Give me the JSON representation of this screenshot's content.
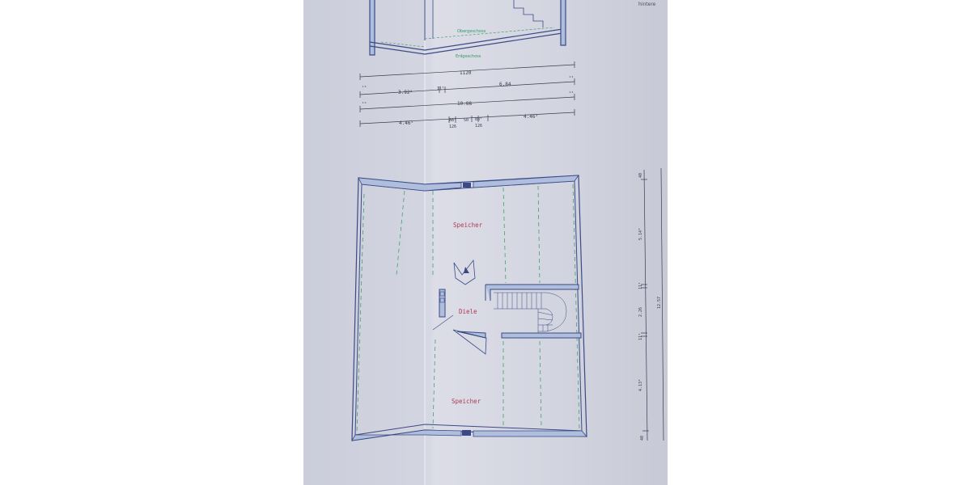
{
  "image": {
    "description_visible": "photographed architectural floor plan sheet",
    "colors": {
      "paper": "#d6d8e3",
      "background": "#ffffff",
      "wall": "#3b4a86",
      "wall_fill": "#aebedc",
      "annotation_red": "#b03a56",
      "annotation_green": "#2f9a66",
      "dimension_ink": "#3a3c50"
    }
  },
  "plan": {
    "corner_note": "hintere",
    "section_labels": {
      "upper": "Obergeschoss",
      "lower": "Erdgeschoss"
    },
    "dimensions": {
      "overall": "1120",
      "row2_left": "3.92⁵",
      "row2_mid": "11⁵",
      "row2_right": "6.84",
      "row2_end_left": "¹⁶",
      "row2_end_right": "²⁴",
      "row3_value": "10.88",
      "row3_end_left": "¹⁶",
      "row3_end_right": "²⁴",
      "row4_left": "4.46⁵",
      "row4_a": "88⁵",
      "row4_a_sub": "126",
      "row4_b": "50",
      "row4_c": "88⁵",
      "row4_c_sub": "126",
      "row4_right": "4.46⁵"
    },
    "rooms": {
      "attic_top": "Speicher",
      "hall": "Diele",
      "attic_bottom": "Speicher"
    },
    "right_dimensions": {
      "top_end": "40",
      "seg1": "5.14³",
      "seg2": "11⁵",
      "seg3": "2.26",
      "seg4": "11⁵",
      "seg5": "4.13³",
      "bottom_end": "40",
      "total": "12.57"
    }
  }
}
